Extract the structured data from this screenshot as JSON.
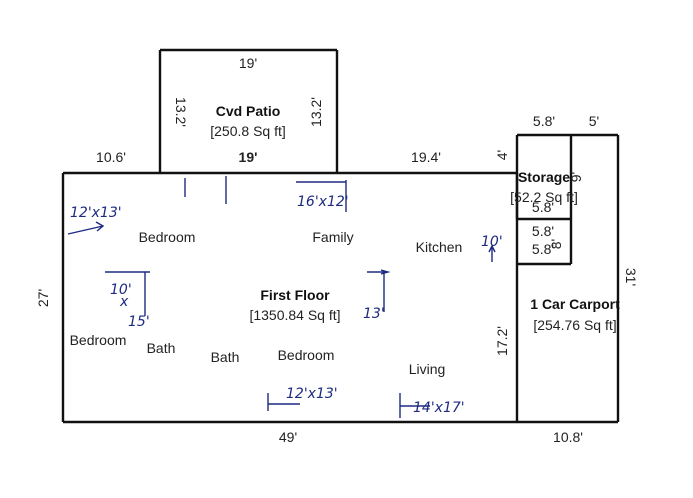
{
  "patio": {
    "title": "Cvd Patio",
    "area": "[250.8 Sq ft]",
    "dim_top": "19'",
    "dim_bottom": "19'",
    "dim_left": "13.2'",
    "dim_right": "13.2'"
  },
  "first_floor": {
    "title": "First Floor",
    "area": "[1350.84 Sq ft]",
    "dim_top_left": "10.6'",
    "dim_top_right": "19.4'",
    "dim_left": "27'",
    "dim_bottom": "49'",
    "dim_inner_right": "17.2'"
  },
  "storage": {
    "title": "Storage",
    "area": "[52.2 Sq ft]",
    "dim_top": "5.8'",
    "dim_left": "4'",
    "dim_inner_a": "5.8'",
    "dim_inner_b": "5.8'",
    "dim_inner_c": "5.8'",
    "dim_side": "9'",
    "dim_small": "8'"
  },
  "carport": {
    "title": "1 Car Carport",
    "area": "[254.76 Sq ft]",
    "dim_top": "5'",
    "dim_right": "31'",
    "dim_bottom": "10.8'"
  },
  "rooms": {
    "bedroom_1": "Bedroom",
    "family": "Family",
    "kitchen": "Kitchen",
    "bedroom_2": "Bedroom",
    "bath_1": "Bath",
    "bath_2": "Bath",
    "bedroom_3": "Bedroom",
    "living": "Living"
  },
  "notes": {
    "n1": "12'x13'",
    "n2": "16'x12'",
    "n3": "10'",
    "n4": "10'",
    "n5": "x",
    "n6": "15'",
    "n7": "13'",
    "n8": "12'x13'",
    "n9": "14'x17'"
  }
}
